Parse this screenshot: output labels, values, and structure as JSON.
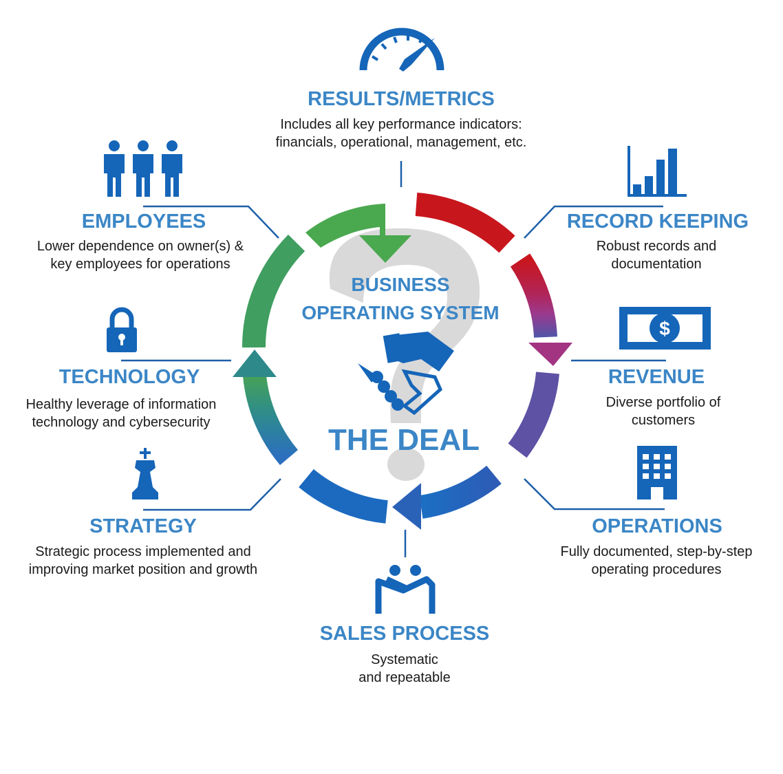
{
  "center": {
    "line1": "BUSINESS",
    "line2": "OPERATING SYSTEM",
    "deal": "THE DEAL"
  },
  "nodes": [
    {
      "id": "results",
      "title": "RESULTS/METRICS",
      "desc1": "Includes all key performance indicators:",
      "desc2": "financials, operational, management, etc.",
      "icon": "speedometer-icon"
    },
    {
      "id": "record",
      "title": "RECORD KEEPING",
      "desc1": "Robust records and",
      "desc2": "documentation",
      "icon": "bar-chart-icon"
    },
    {
      "id": "revenue",
      "title": "REVENUE",
      "desc1": "Diverse portfolio of",
      "desc2": "customers",
      "icon": "dollar-bill-icon"
    },
    {
      "id": "operations",
      "title": "OPERATIONS",
      "desc1": "Fully documented, step-by-step",
      "desc2": "operating procedures",
      "icon": "office-building-icon"
    },
    {
      "id": "sales",
      "title": "SALES PROCESS",
      "desc1": "Systematic",
      "desc2": "and repeatable",
      "icon": "two-people-handshake-icon"
    },
    {
      "id": "strategy",
      "title": "STRATEGY",
      "desc1": "Strategic process implemented and",
      "desc2": "improving market position and growth",
      "icon": "chess-king-icon"
    },
    {
      "id": "technology",
      "title": "TECHNOLOGY",
      "desc1": "Healthy leverage of information",
      "desc2": "technology and cybersecurity",
      "icon": "padlock-icon"
    },
    {
      "id": "employees",
      "title": "EMPLOYEES",
      "desc1": "Lower dependence on owner(s) &",
      "desc2": "key employees for operations",
      "icon": "three-people-icon"
    }
  ],
  "colors": {
    "heading": "#3b86c6",
    "icon": "#1565b8",
    "text": "#1a1a1a",
    "connector": "#1c5fa8",
    "question_mark": "#d9d9d9",
    "arc_green": "#4aa84f",
    "arc_red": "#c8161d",
    "arc_magenta": "#a23482",
    "arc_purple": "#6b4fa0",
    "arc_blue": "#2a62b8",
    "arc_teal": "#2e8a8a"
  }
}
